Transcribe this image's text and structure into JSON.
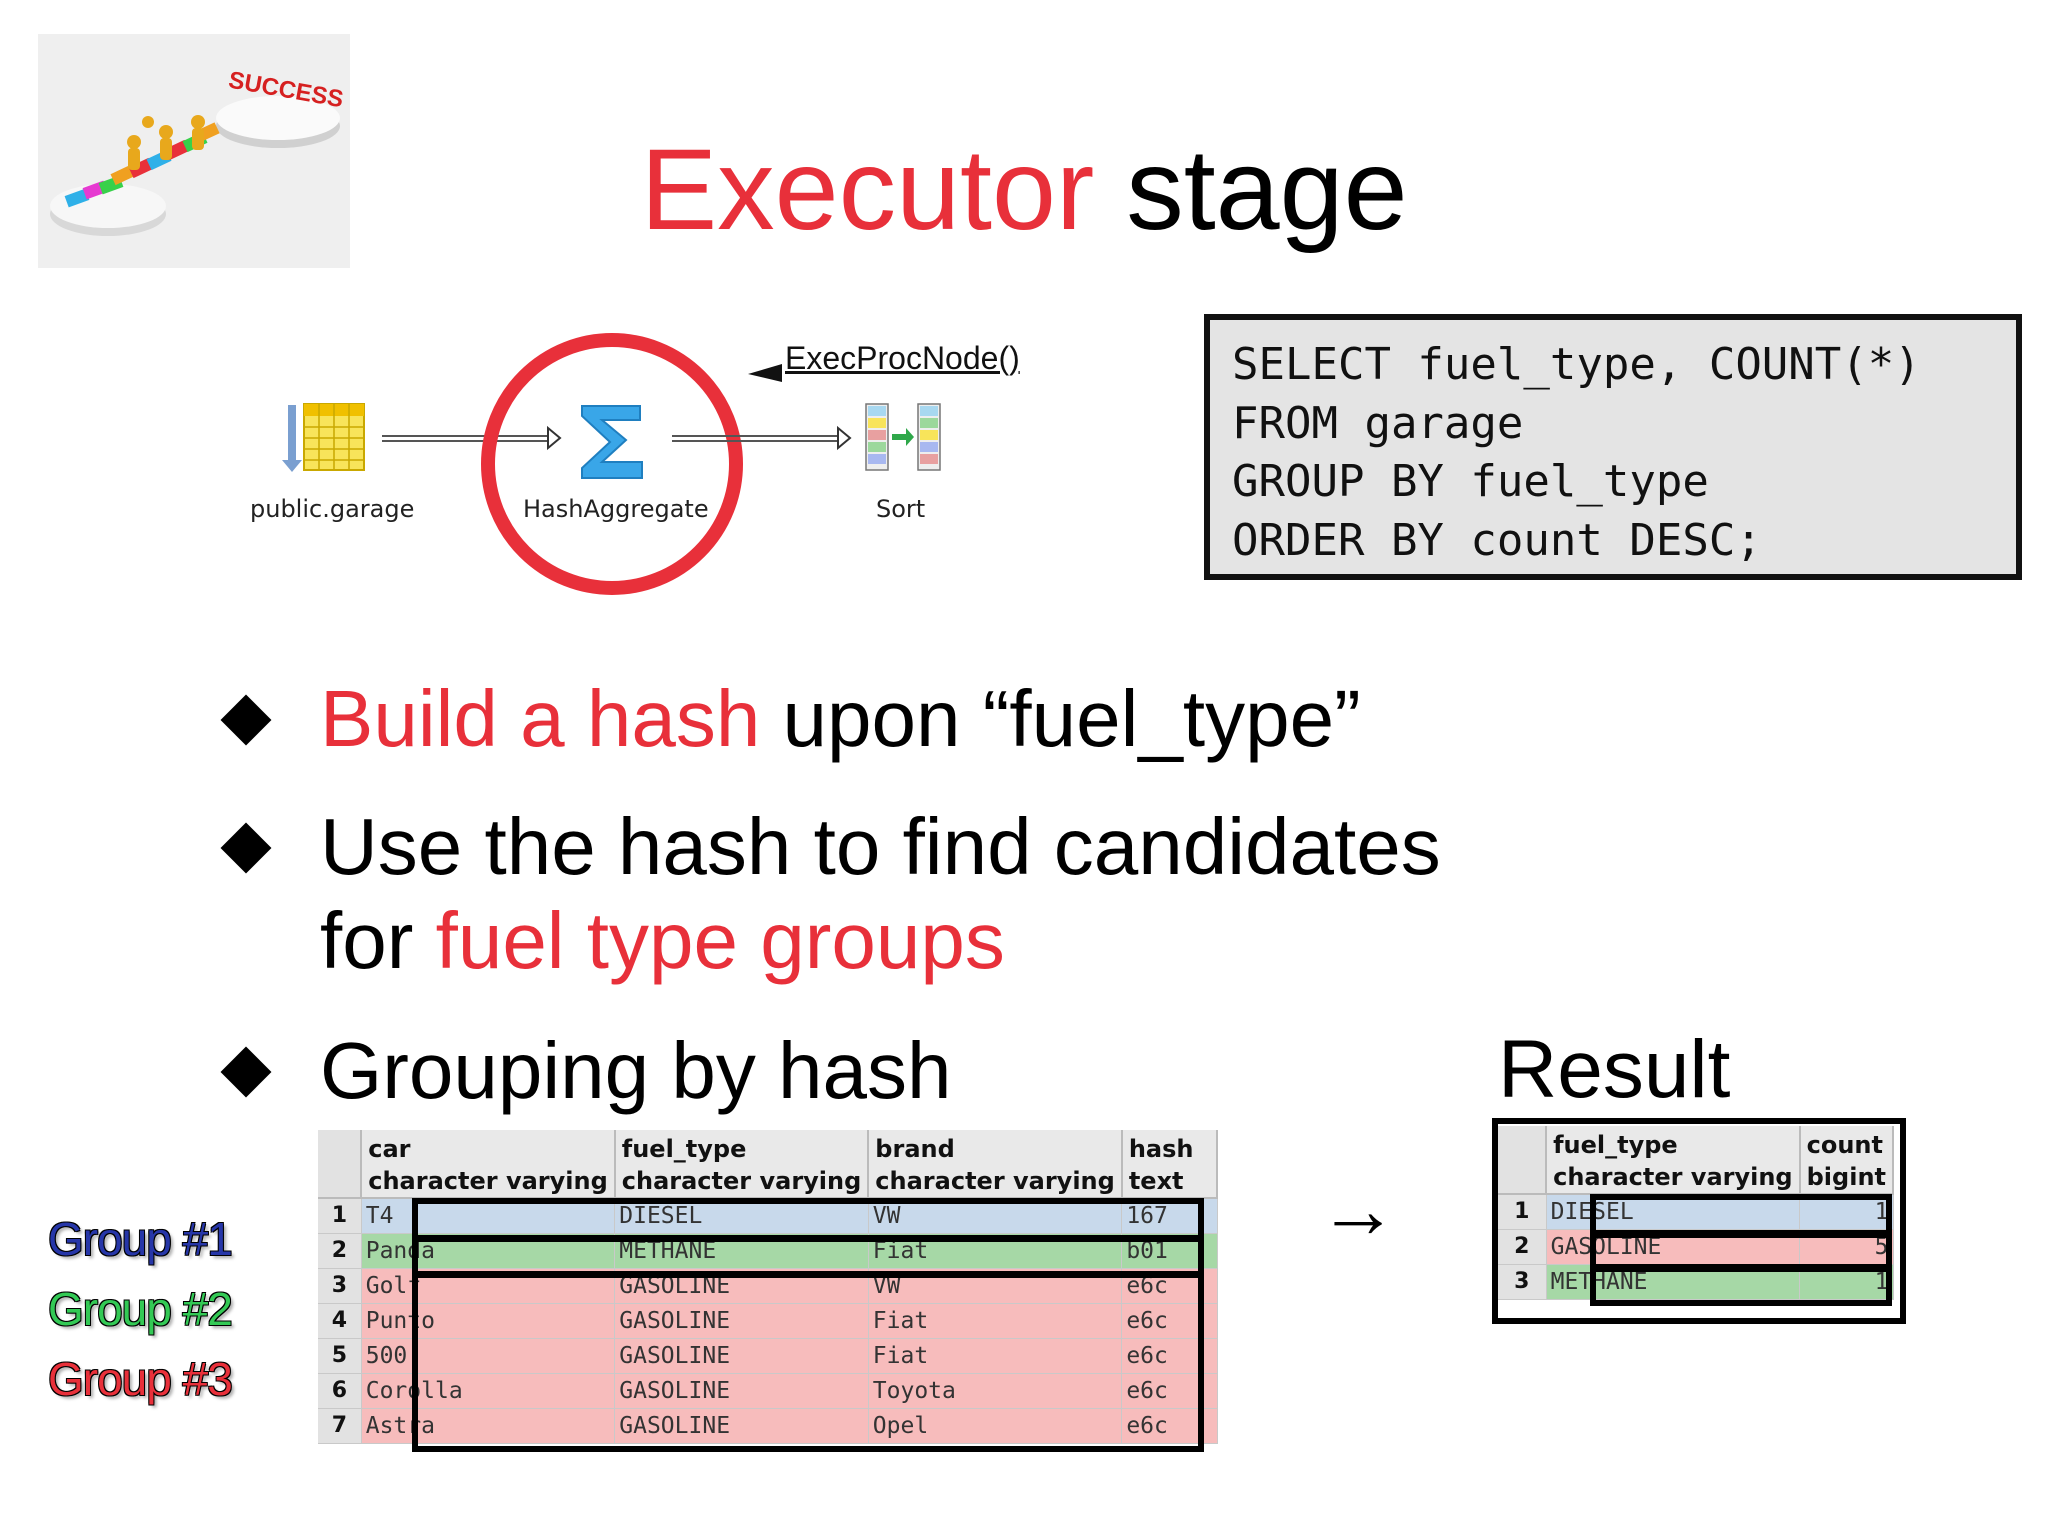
{
  "logo": {
    "text": "SUCCESS",
    "icon": "success-steps-icon"
  },
  "title": {
    "part1": "Executor",
    "part2": " stage"
  },
  "plan": {
    "nodes": [
      {
        "label": "public.garage",
        "icon": "table-icon"
      },
      {
        "label": "HashAggregate",
        "icon": "sigma-icon"
      },
      {
        "label": "Sort",
        "icon": "sort-icon"
      }
    ],
    "exec_label": "ExecProcNode()",
    "highlight_color": "#e8303a"
  },
  "sql": [
    "SELECT fuel_type, COUNT(*)",
    "FROM garage",
    "GROUP BY fuel_type",
    "ORDER BY count DESC;"
  ],
  "bullets": {
    "b1": {
      "red": "Build a hash",
      "rest": " upon “fuel_type”"
    },
    "b2": {
      "line1": "Use the hash to find candidates",
      "line2_plain": "for ",
      "line2_red": "fuel type groups"
    },
    "b3": {
      "text": "Grouping by hash"
    }
  },
  "result_heading": "Result",
  "arrow": "→",
  "groups": [
    "Group #1",
    "Group #2",
    "Group #3"
  ],
  "colors": {
    "group1": "#2636a8",
    "group2": "#33c955",
    "group3": "#e8303a",
    "accent": "#e8303a"
  },
  "main_table": {
    "headers": [
      {
        "name": "car",
        "type": "character varying"
      },
      {
        "name": "fuel_type",
        "type": "character varying"
      },
      {
        "name": "brand",
        "type": "character varying"
      },
      {
        "name": "hash",
        "type": "text"
      }
    ],
    "rows": [
      {
        "n": "1",
        "car": "T4",
        "fuel_type": "DIESEL",
        "brand": "VW",
        "hash": "167"
      },
      {
        "n": "2",
        "car": "Panda",
        "fuel_type": "METHANE",
        "brand": "Fiat",
        "hash": "b01"
      },
      {
        "n": "3",
        "car": "Golf",
        "fuel_type": "GASOLINE",
        "brand": "VW",
        "hash": "e6c"
      },
      {
        "n": "4",
        "car": "Punto",
        "fuel_type": "GASOLINE",
        "brand": "Fiat",
        "hash": "e6c"
      },
      {
        "n": "5",
        "car": "500",
        "fuel_type": "GASOLINE",
        "brand": "Fiat",
        "hash": "e6c"
      },
      {
        "n": "6",
        "car": "Corolla",
        "fuel_type": "GASOLINE",
        "brand": "Toyota",
        "hash": "e6c"
      },
      {
        "n": "7",
        "car": "Astra",
        "fuel_type": "GASOLINE",
        "brand": "Opel",
        "hash": "e6c"
      }
    ]
  },
  "result_table": {
    "headers": [
      {
        "name": "fuel_type",
        "type": "character varying"
      },
      {
        "name": "count",
        "type": "bigint"
      }
    ],
    "rows": [
      {
        "n": "1",
        "fuel_type": "DIESEL",
        "count": "1"
      },
      {
        "n": "2",
        "fuel_type": "GASOLINE",
        "count": "5"
      },
      {
        "n": "3",
        "fuel_type": "METHANE",
        "count": "1"
      }
    ]
  }
}
